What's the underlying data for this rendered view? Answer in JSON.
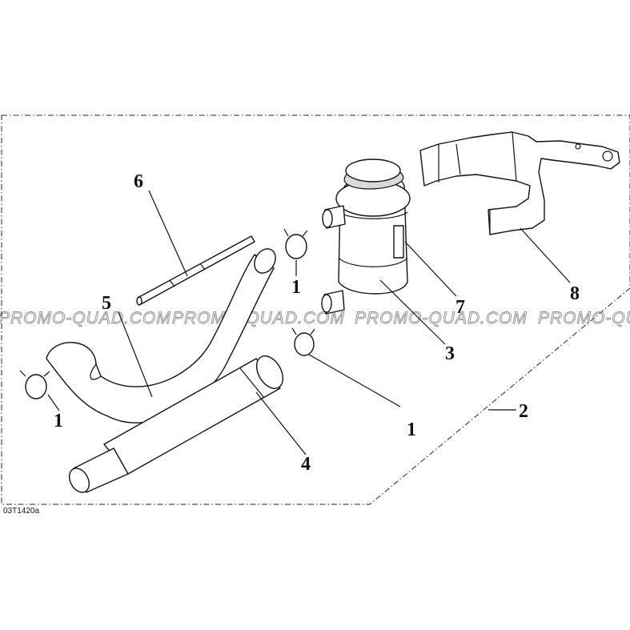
{
  "drawing": {
    "reference_code": "03T1420a",
    "watermark_text": "PROMO-QUAD.COM",
    "callouts": [
      "6",
      "5",
      "1",
      "1",
      "1",
      "7",
      "3",
      "8",
      "2",
      "4"
    ]
  }
}
